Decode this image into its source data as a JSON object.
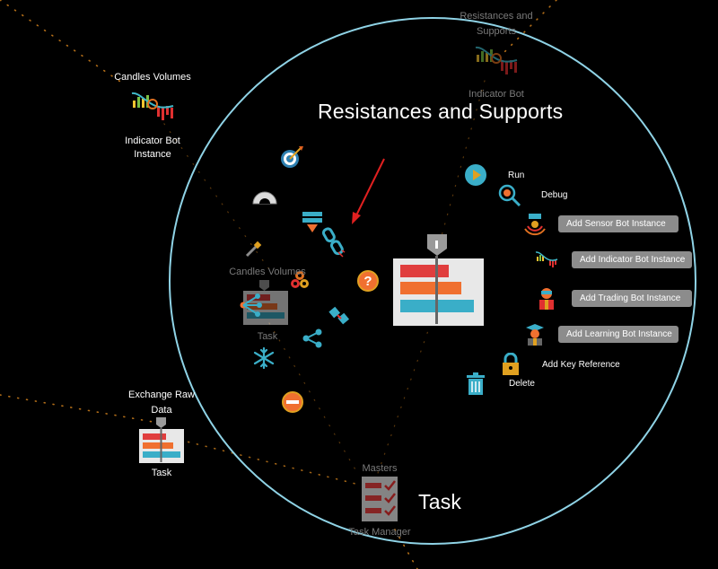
{
  "colors": {
    "background": "#000000",
    "circle_border": "#8fd3e6",
    "dotted_link": "#e08a1e",
    "button_bg": "#8c8c8c",
    "arrow": "#e02020"
  },
  "focus_node": {
    "title": "Resistances and Supports",
    "icon": "task-icon"
  },
  "parent_node": {
    "title": "Task",
    "top_label": "Masters",
    "bottom_label": "Task Manager",
    "icon": "task-manager-icon"
  },
  "menu": {
    "run": "Run",
    "debug": "Debug",
    "add_sensor": "Add Sensor Bot Instance",
    "add_indicator": "Add Indicator Bot Instance",
    "add_trading": "Add Trading Bot Instance",
    "add_learning": "Add Learning Bot Instance",
    "add_key_reference": "Add Key Reference",
    "delete": "Delete"
  },
  "nodes": {
    "candles_volumes_top": {
      "title": "Candles Volumes",
      "sub1": "Indicator Bot",
      "sub2": "Instance"
    },
    "resistances_top": {
      "title1": "Resistances and",
      "title2": "Supports",
      "sub": "Indicator Bot"
    },
    "candles_volumes_task": {
      "title": "Candles Volumes",
      "sub": "Task"
    },
    "exchange_raw": {
      "title1": "Exchange Raw",
      "title2": "Data",
      "sub": "Task"
    }
  },
  "tool_icons": [
    "target-icon",
    "protractor-icon",
    "layer-stack-icon",
    "broken-link-icon",
    "wand-icon",
    "gear-cluster-icon",
    "help-icon",
    "plug-icon",
    "share-icon",
    "snowflake-icon",
    "minus-icon",
    "fork-icon"
  ]
}
